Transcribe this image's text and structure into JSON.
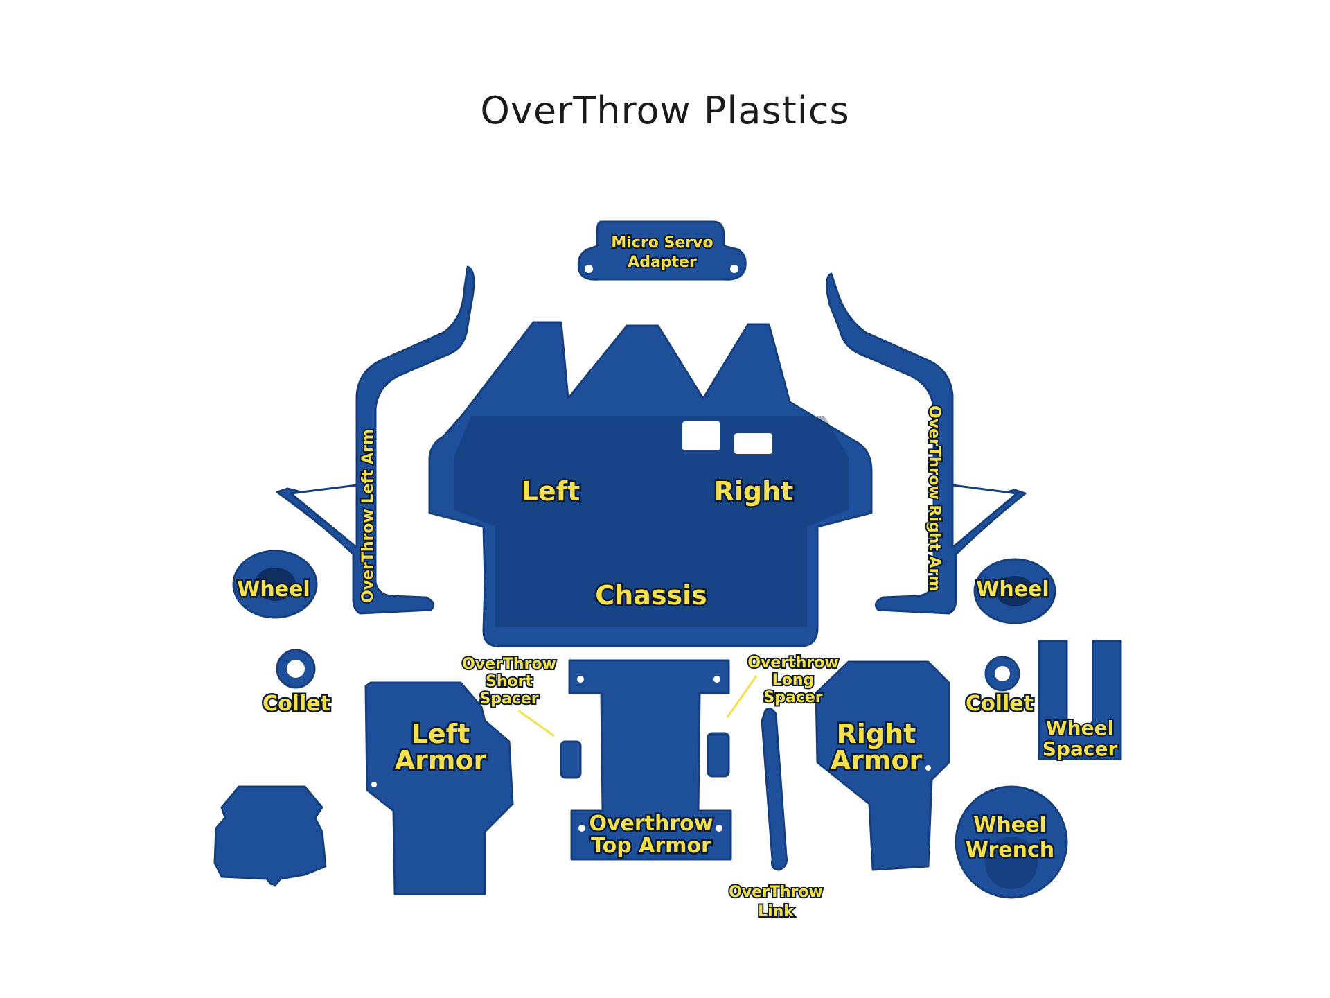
{
  "title": "OverThrow Plastics",
  "colors": {
    "plastic": "#1d4f9a",
    "label_fill": "#f4e04a",
    "label_outline": "#0d1b33",
    "background": "#ffffff"
  },
  "labels": {
    "micro_servo_adapter": [
      "Micro Servo",
      "Adapter"
    ],
    "left_arm": "OverThrow Left Arm",
    "right_arm": "OverThrow Right Arm",
    "chassis_left": "Left",
    "chassis_right": "Right",
    "chassis": "Chassis",
    "wheel_left": "Wheel",
    "wheel_right": "Wheel",
    "collet_left": "Collet",
    "collet_right": "Collet",
    "left_armor": [
      "Left",
      "Armor"
    ],
    "right_armor": [
      "Right",
      "Armor"
    ],
    "short_spacer": [
      "OverThrow",
      "Short",
      "Spacer"
    ],
    "long_spacer": [
      "Overthrow",
      "Long",
      "Spacer"
    ],
    "top_armor": [
      "Overthrow",
      "Top Armor"
    ],
    "link": [
      "OverThrow",
      "Link"
    ],
    "wheel_spacer": [
      "Wheel",
      "Spacer"
    ],
    "wheel_wrench": [
      "Wheel",
      "Wrench"
    ]
  }
}
